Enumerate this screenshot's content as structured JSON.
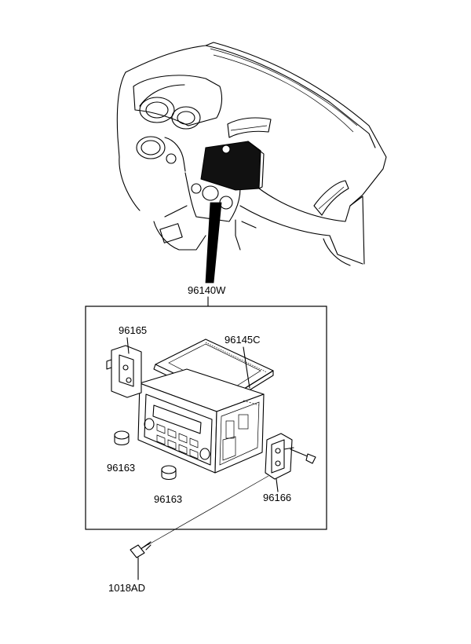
{
  "parts": {
    "assembly": "96140W",
    "cover": "96145C",
    "bracket_left": "96165",
    "bracket_right": "96166",
    "knob_upper": "96163",
    "knob_lower": "96163",
    "screw": "1018AD"
  }
}
